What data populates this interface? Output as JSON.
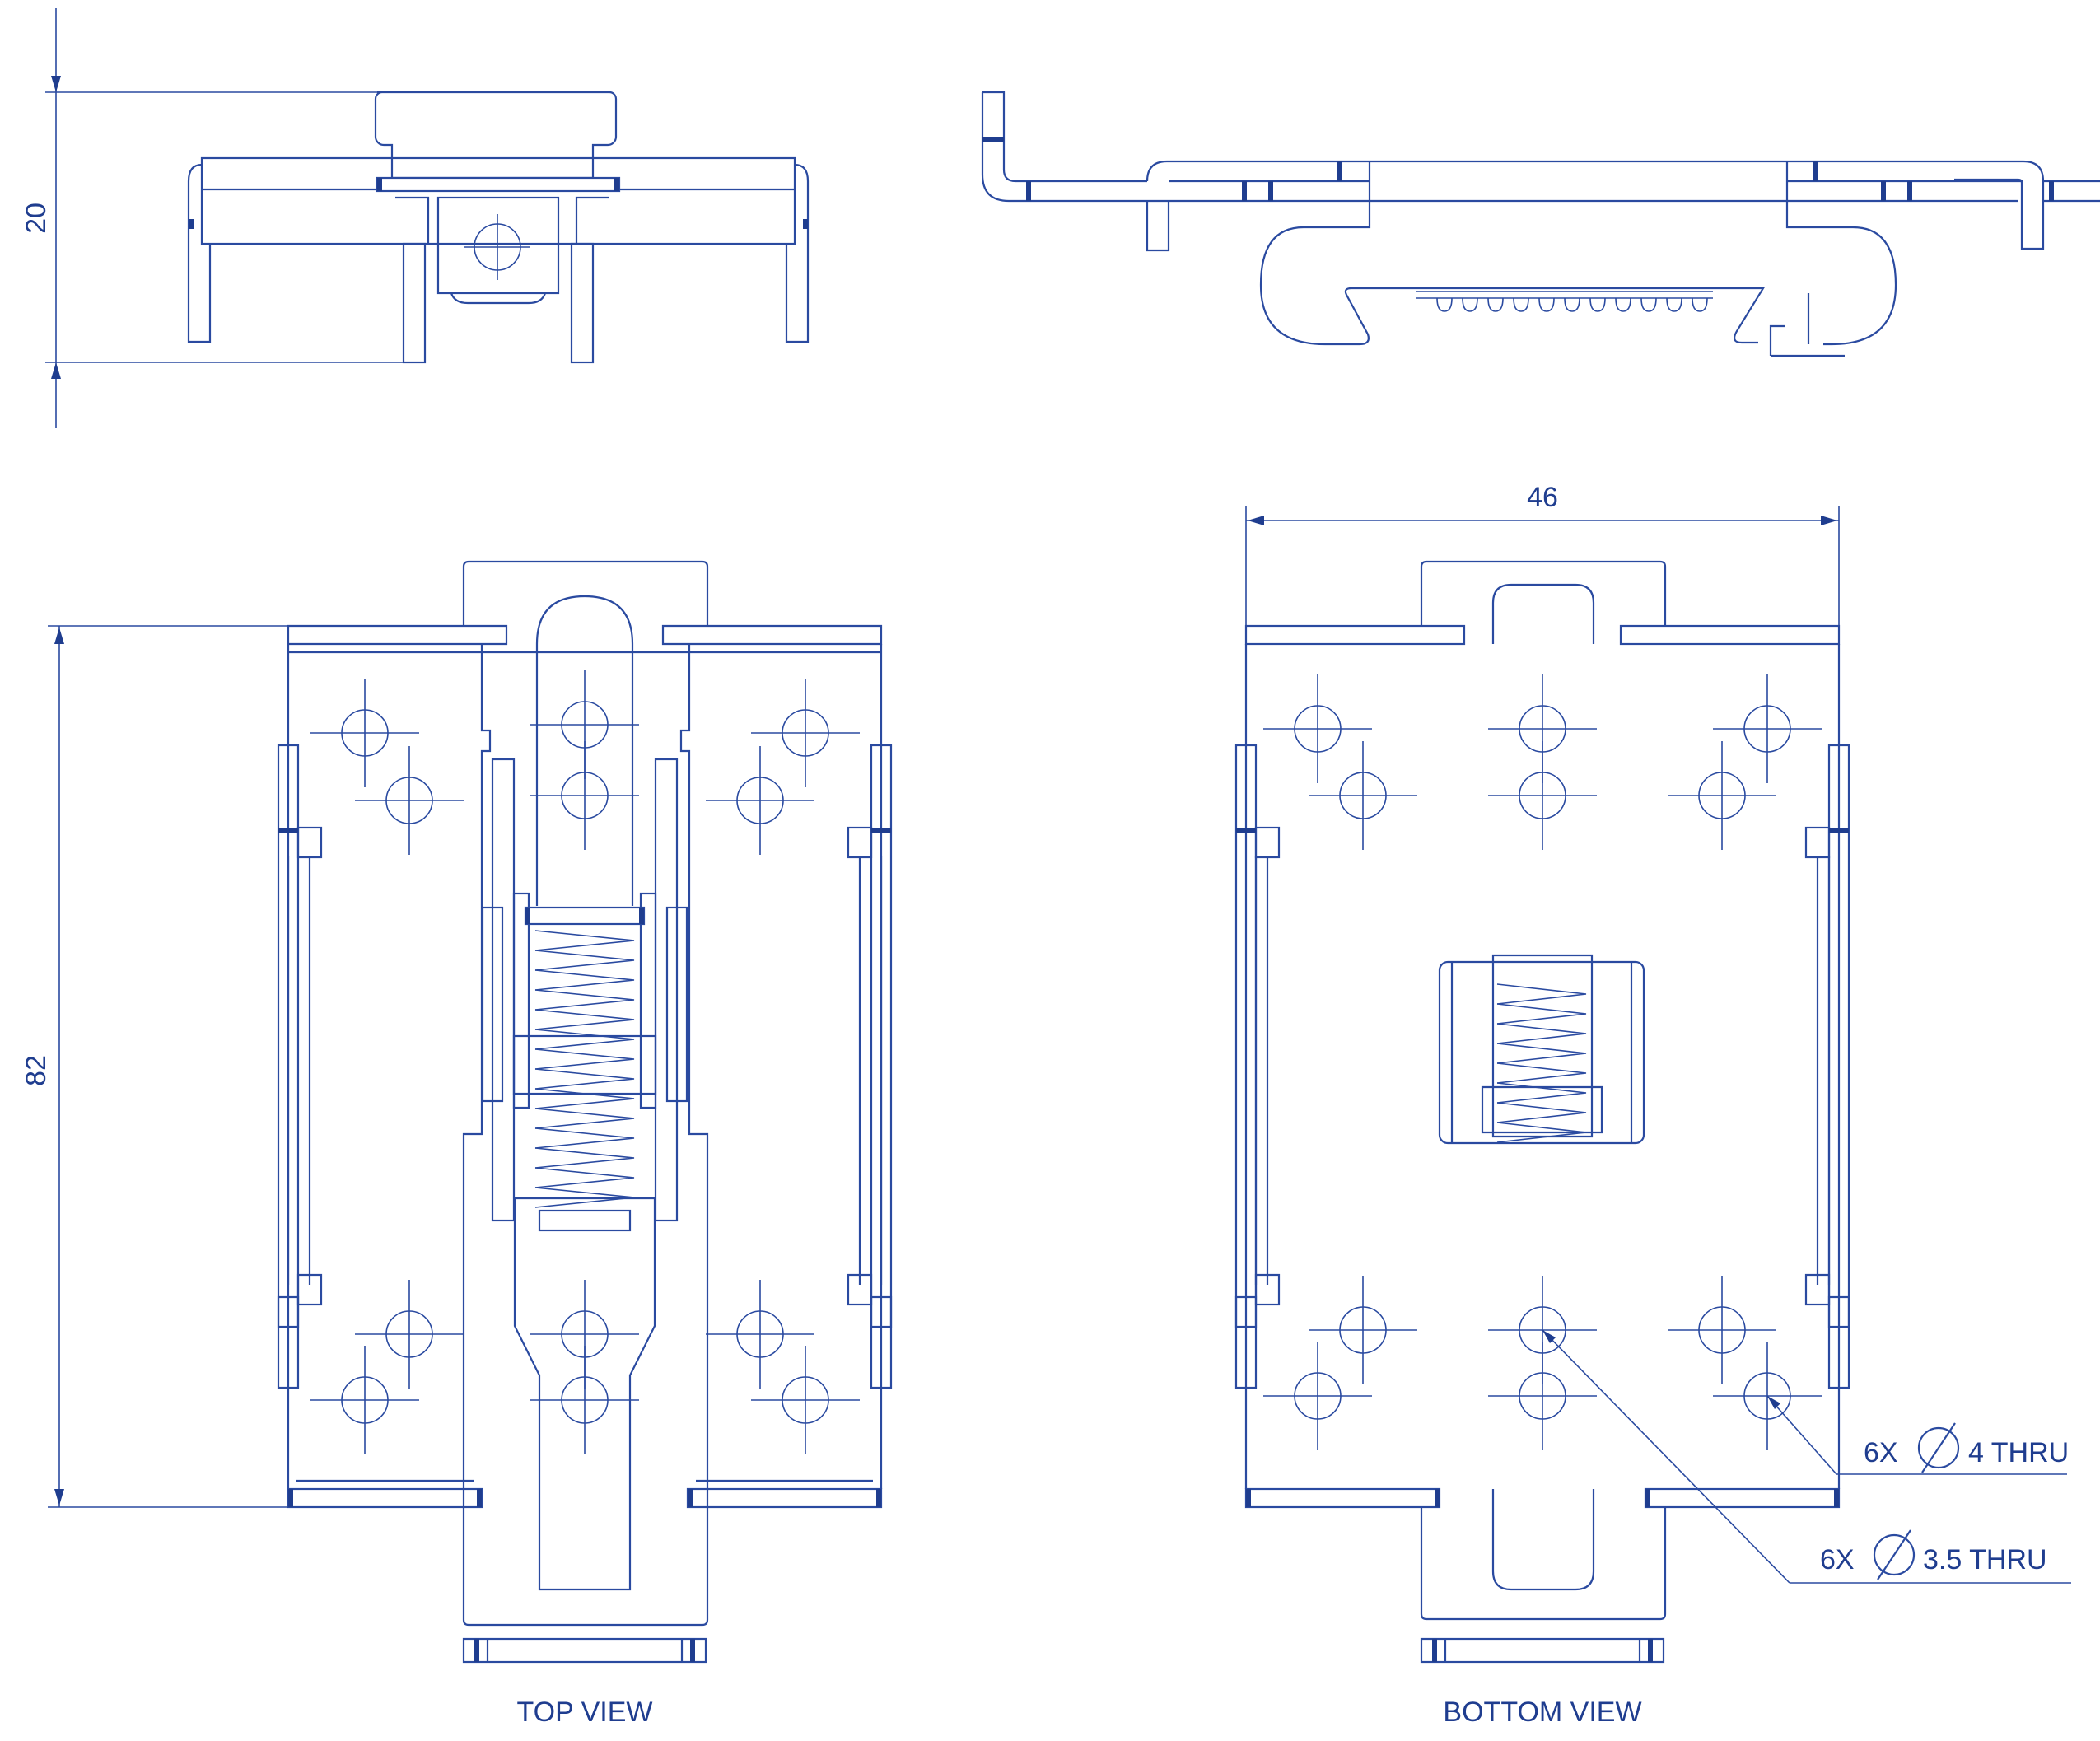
{
  "dimensions": {
    "height_side": "20",
    "height_top": "82",
    "width_bottom": "46"
  },
  "callouts": {
    "hole_large": {
      "qty": "6X",
      "size": "4 THRU"
    },
    "hole_small": {
      "qty": "6X",
      "size": "3.5 THRU"
    }
  },
  "views": {
    "top": "TOP VIEW",
    "bottom": "BOTTOM VIEW"
  },
  "colors": {
    "line": "#2a4aa0",
    "text": "#1f3d8f",
    "background": "#ffffff"
  }
}
